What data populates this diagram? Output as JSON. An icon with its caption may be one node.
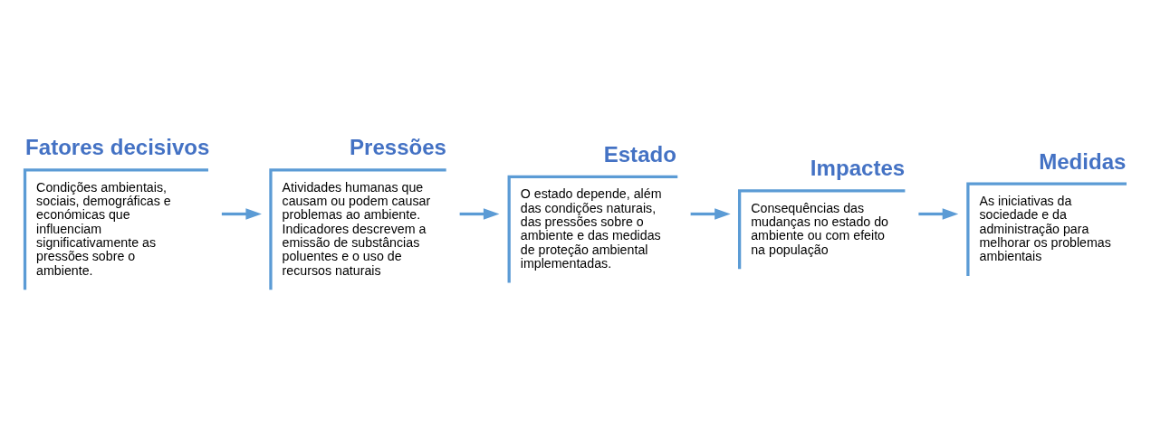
{
  "diagram": {
    "nodes": [
      {
        "text": [
          "Fatores decisivos",
          "Condições ambientais, sociais, demográficas e económicas que influenciam significativamente as pressões sobre o ambiente."
        ]
      },
      {
        "text": [
          "Pressões",
          "Atividades humanas que causam ou podem causar problemas ao ambiente. Indicadores descrevem a emissão de substâncias poluentes e o uso de recursos naturais"
        ]
      },
      {
        "text": [
          "Estado",
          "O estado depende, além das condições naturais, das pressões sobre o ambiente e das medidas de proteção ambiental implementadas."
        ]
      },
      {
        "text": [
          "Impactes",
          "Consequências das mudanças no estado do ambiente ou com efeito na população"
        ]
      },
      {
        "text": [
          "Medidas",
          "As iniciativas da sociedade e da administração para melhorar os problemas ambientais"
        ]
      }
    ],
    "edges": [
      {
        "from": 0,
        "to": 1,
        "arrow": "to"
      },
      {
        "from": 1,
        "to": 2,
        "arrow": "to"
      },
      {
        "from": 2,
        "to": 3,
        "arrow": "to"
      },
      {
        "from": 3,
        "to": 4,
        "arrow": "to"
      }
    ]
  }
}
